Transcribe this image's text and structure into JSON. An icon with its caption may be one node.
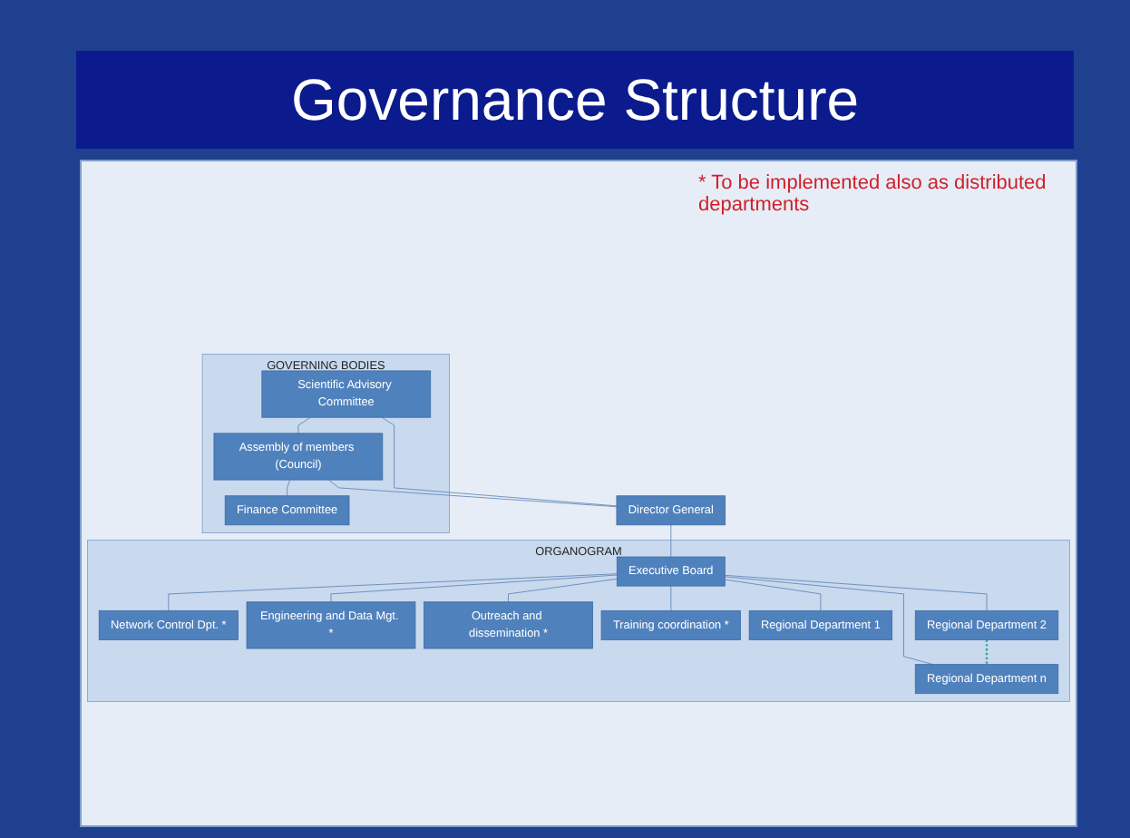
{
  "diagram": {
    "title": "Governance Structure",
    "nodes": [
      {
        "text": [
          "GOVERNING BODIES"
        ]
      },
      {
        "text": [
          "Scientific Advisory Committee"
        ],
        "in": 0
      },
      {
        "text": [
          "Assembly of members (Council)"
        ],
        "in": 0
      },
      {
        "text": [
          "Finance Committee"
        ],
        "in": 0
      },
      {
        "text": [
          "Director General"
        ]
      },
      {
        "text": [
          "ORGANOGRAM"
        ]
      },
      {
        "text": [
          "Executive Board"
        ],
        "in": 5
      },
      {
        "text": [
          "Network Control Dpt. *"
        ],
        "in": 5
      },
      {
        "text": [
          "Engineering and Data Mgt. *"
        ],
        "in": 5
      },
      {
        "text": [
          "Outreach and dissemination *"
        ],
        "in": 5
      },
      {
        "text": [
          "Training coordination *"
        ],
        "in": 5
      },
      {
        "text": [
          "Regional Department 1"
        ],
        "in": 5
      },
      {
        "text": [
          "Regional Department 2"
        ],
        "in": 5
      },
      {
        "text": [
          "Regional Department n"
        ],
        "in": 5
      }
    ],
    "edges": [
      {
        "from": 1,
        "to": 2,
        "arrow": "none"
      },
      {
        "from": 2,
        "to": 3,
        "arrow": "none"
      },
      {
        "from": 2,
        "to": 4,
        "arrow": "none"
      },
      {
        "from": 1,
        "to": 4,
        "arrow": "none"
      },
      {
        "from": 4,
        "to": 6,
        "arrow": "none"
      },
      {
        "from": 6,
        "to": 7,
        "arrow": "none"
      },
      {
        "from": 6,
        "to": 8,
        "arrow": "none"
      },
      {
        "from": 6,
        "to": 9,
        "arrow": "none"
      },
      {
        "from": 6,
        "to": 10,
        "arrow": "none"
      },
      {
        "from": 6,
        "to": 11,
        "arrow": "none"
      },
      {
        "from": 6,
        "to": 12,
        "arrow": "none"
      },
      {
        "from": 6,
        "to": 13,
        "arrow": "none"
      },
      {
        "from": 12,
        "to": 13,
        "arrow": "none",
        "style": "dashed",
        "color": "#3aa0a0"
      }
    ],
    "labels": [
      "* To be implemented also as distributed departments"
    ]
  }
}
